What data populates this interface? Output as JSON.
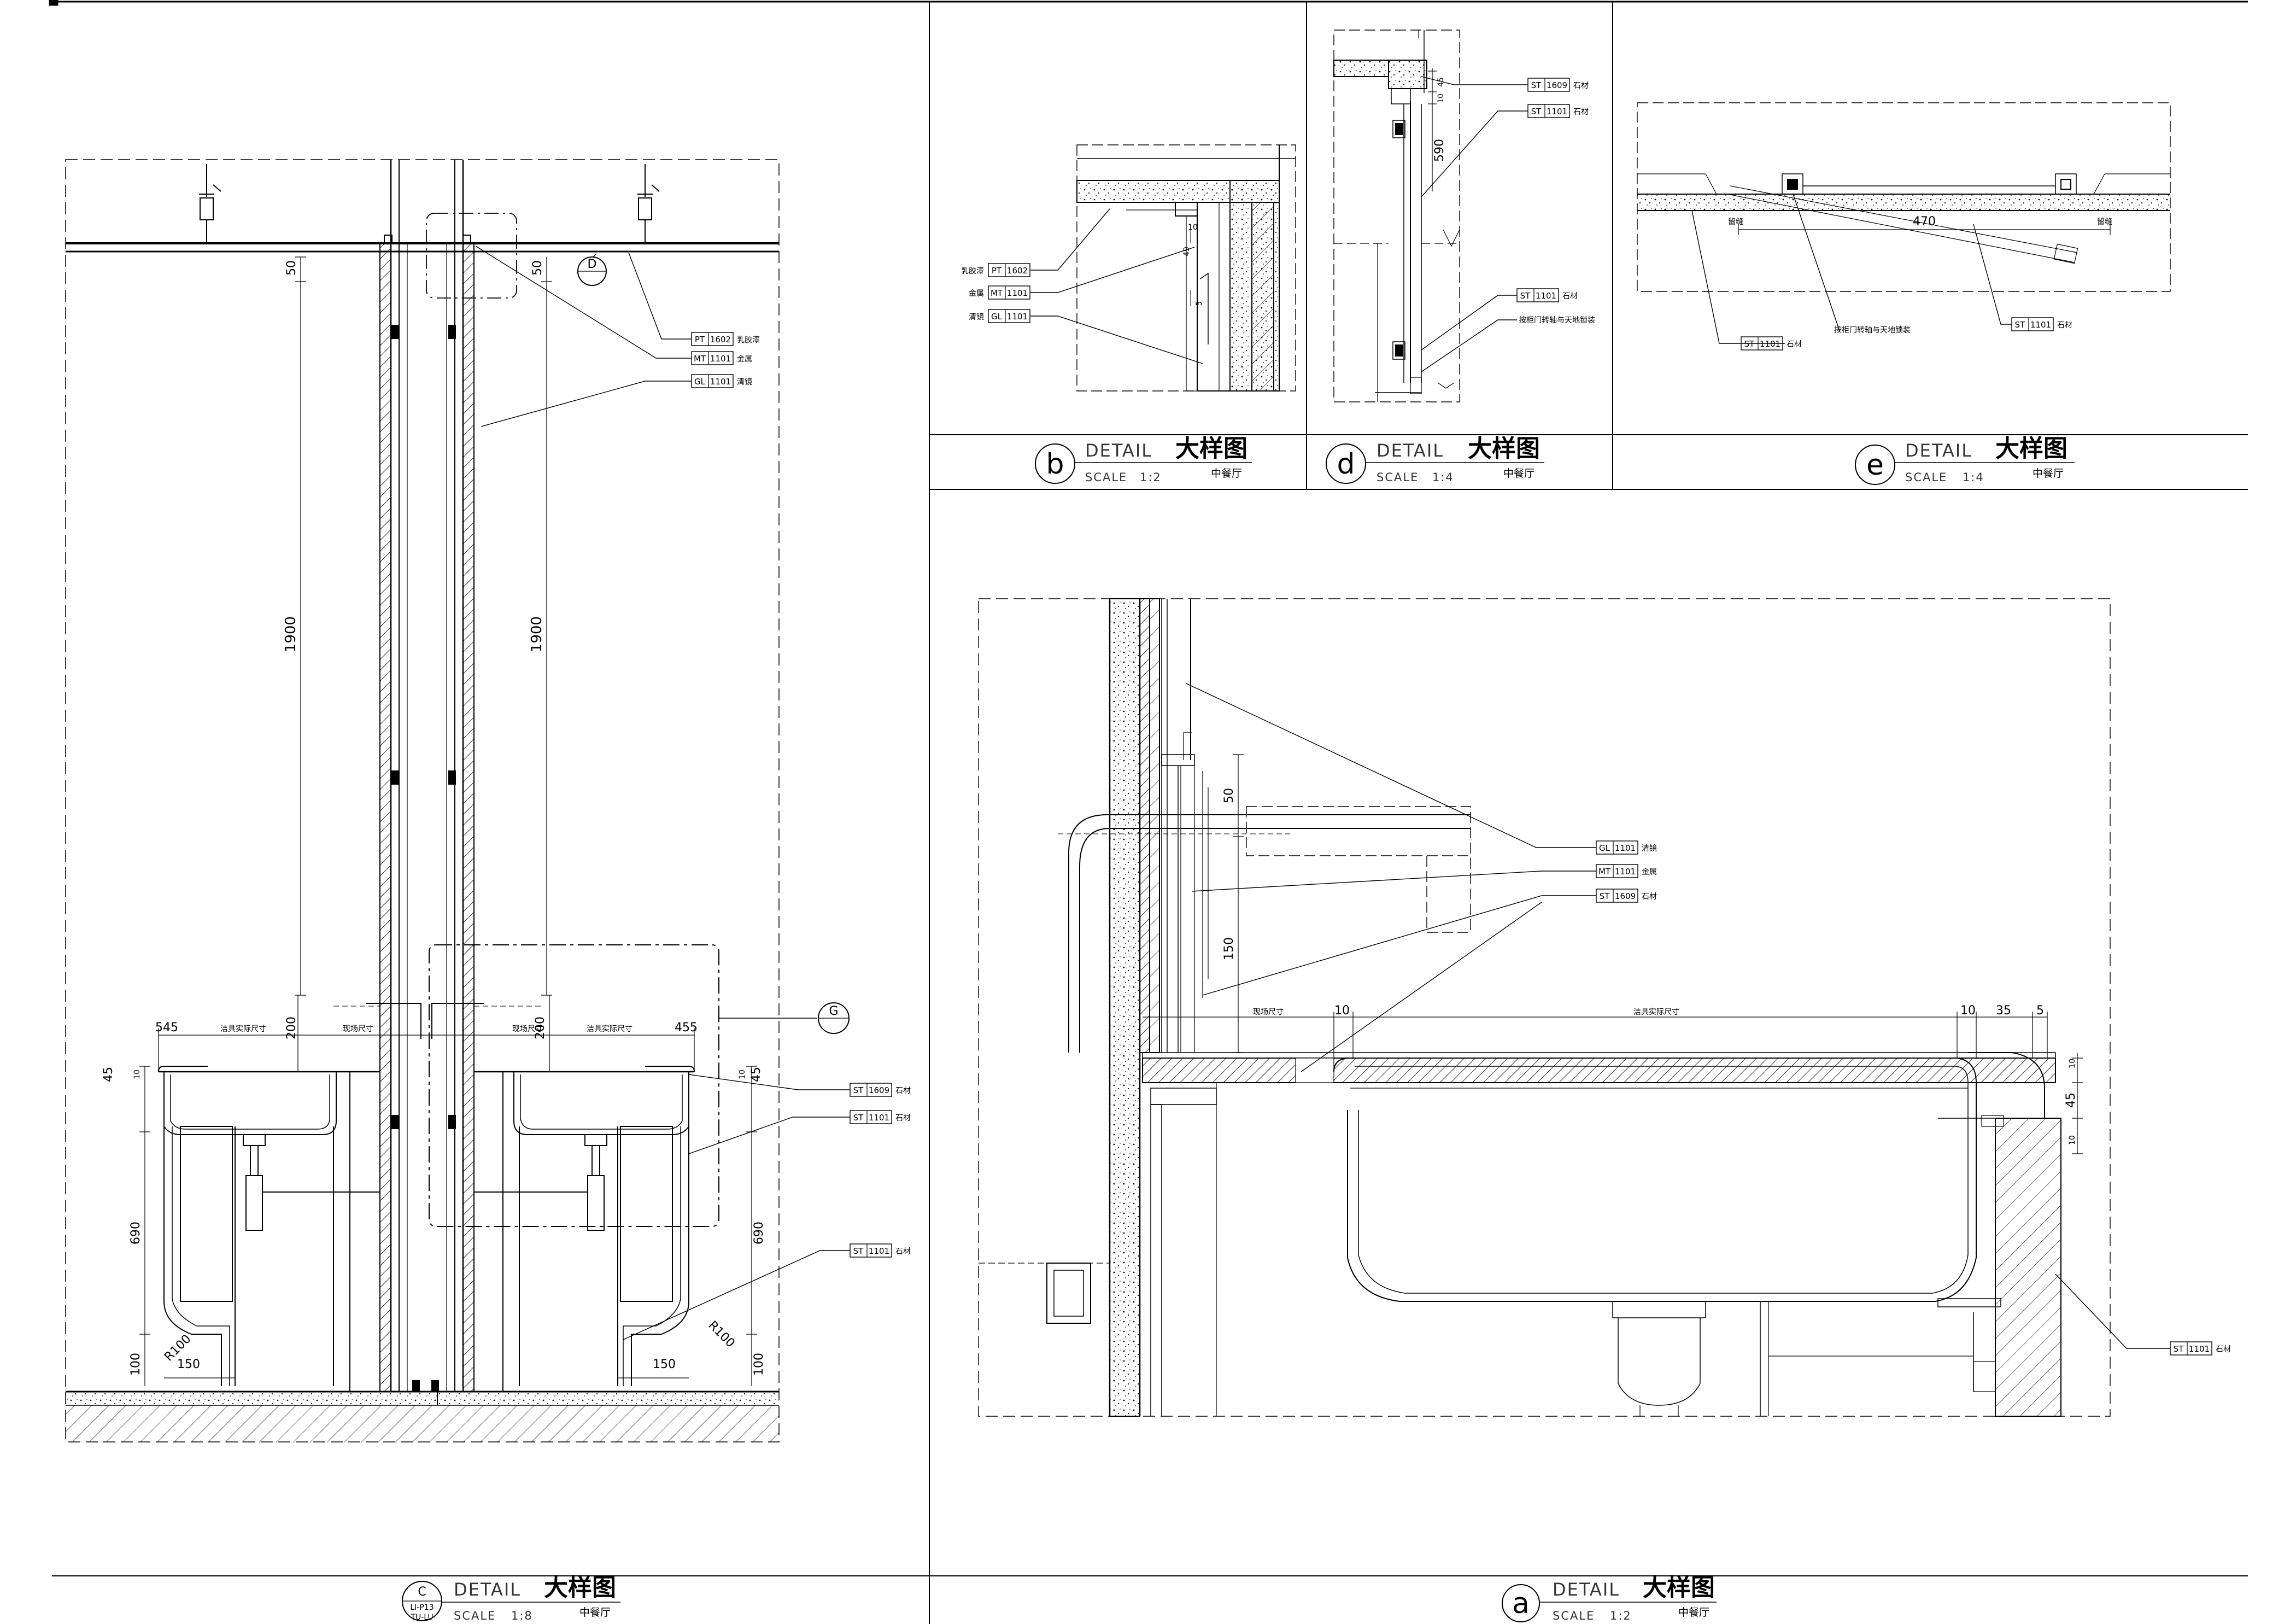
{
  "sheet": {
    "detail_word": "DETAIL",
    "detail_cn": "大样图",
    "scale_word": "SCALE",
    "room": "中餐厅"
  },
  "details": [
    {
      "id": "c",
      "letter": "C",
      "ref_top": "LI-P13",
      "ref_bottom": "TU-LU",
      "scale": "1:8"
    },
    {
      "id": "a",
      "letter": "a",
      "scale": "1:2"
    },
    {
      "id": "b",
      "letter": "b",
      "scale": "1:2"
    },
    {
      "id": "d",
      "letter": "d",
      "scale": "1:4"
    },
    {
      "id": "e",
      "letter": "e",
      "scale": "1:4"
    }
  ],
  "callouts": {
    "c_D": "D",
    "c_G": "G"
  },
  "tags": {
    "c": [
      {
        "code": "PT",
        "num": "1602",
        "note": "乳胶漆"
      },
      {
        "code": "MT",
        "num": "1101",
        "note": "金属"
      },
      {
        "code": "GL",
        "num": "1101",
        "note": "清镜"
      },
      {
        "code": "ST",
        "num": "1609",
        "note": "石材"
      },
      {
        "code": "ST",
        "num": "1101",
        "note": "石材"
      },
      {
        "code": "ST",
        "num": "1101",
        "note": "石材"
      }
    ],
    "b": [
      {
        "code": "PT",
        "num": "1602",
        "note": "乳胶漆"
      },
      {
        "code": "MT",
        "num": "1101",
        "note": "金属"
      },
      {
        "code": "GL",
        "num": "1101",
        "note": "清镜"
      }
    ],
    "d": [
      {
        "code": "ST",
        "num": "1609",
        "note": "石材"
      },
      {
        "code": "ST",
        "num": "1101",
        "note": "石材"
      },
      {
        "code": "ST",
        "num": "1101",
        "note": "石材"
      }
    ],
    "d_note": "按柜门转轴与天地锁装",
    "e": [
      {
        "code": "ST",
        "num": "1101",
        "note": "石材"
      },
      {
        "code": "ST",
        "num": "1101",
        "note": "石材"
      }
    ],
    "e_note": "按柜门转轴与天地锁装",
    "a": [
      {
        "code": "GL",
        "num": "1101",
        "note": "清镜"
      },
      {
        "code": "MT",
        "num": "1101",
        "note": "金属"
      },
      {
        "code": "ST",
        "num": "1609",
        "note": "石材"
      },
      {
        "code": "ST",
        "num": "1101",
        "note": "石材"
      }
    ]
  },
  "dims": {
    "c": {
      "mirror_h": "1900",
      "top_gap": "50",
      "left_w": "545",
      "right_w": "455",
      "basin_size": "洁具实际尺寸",
      "site_size": "现场尺寸",
      "gap_200": "200",
      "counter_45": "45",
      "counter_10": "10",
      "cab_h": "690",
      "plinth_h": "100",
      "plinth_w": "150",
      "radius": "R100"
    },
    "a": {
      "d50": "50",
      "d150": "150",
      "d10": "10",
      "d35": "35",
      "d5": "5",
      "d45": "45",
      "site_size": "现场尺寸",
      "basin_size": "洁具实际尺寸"
    },
    "b": {
      "d10": "10",
      "d49": "49",
      "d5": "5"
    },
    "d": {
      "d45": "45",
      "d10": "10",
      "d590": "590"
    },
    "e": {
      "d470": "470",
      "left_note": "留缝",
      "right_note": "留缝"
    }
  }
}
